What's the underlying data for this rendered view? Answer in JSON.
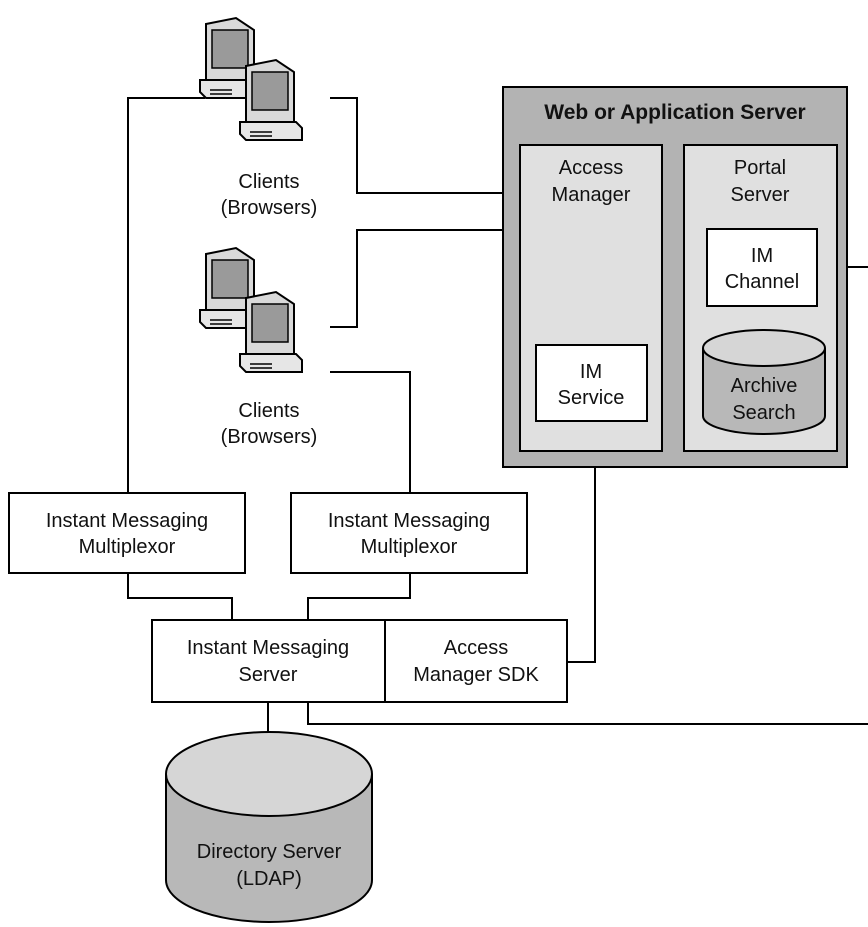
{
  "clients_top": {
    "line1": "Clients",
    "line2": "(Browsers)"
  },
  "clients_bottom": {
    "line1": "Clients",
    "line2": "(Browsers)"
  },
  "app_server": {
    "title": "Web or Application Server"
  },
  "access_manager": {
    "line1": "Access",
    "line2": "Manager"
  },
  "portal_server": {
    "line1": "Portal",
    "line2": "Server"
  },
  "im_channel": {
    "line1": "IM",
    "line2": "Channel"
  },
  "im_service": {
    "line1": "IM",
    "line2": "Service"
  },
  "archive_search": {
    "line1": "Archive",
    "line2": "Search"
  },
  "multiplexor_left": {
    "line1": "Instant Messaging",
    "line2": "Multiplexor"
  },
  "multiplexor_right": {
    "line1": "Instant Messaging",
    "line2": "Multiplexor"
  },
  "im_server": {
    "line1": "Instant Messaging",
    "line2": "Server"
  },
  "am_sdk": {
    "line1": "Access",
    "line2": "Manager SDK"
  },
  "directory_server": {
    "line1": "Directory Server",
    "line2": "(LDAP)"
  },
  "icons": [
    "computer-icon",
    "computer-icon",
    "computer-icon",
    "computer-icon"
  ],
  "colors": {
    "outer_server": "#b3b3b3",
    "inner_panel": "#e0e0e0",
    "cylinder": "#b8b8b8"
  }
}
